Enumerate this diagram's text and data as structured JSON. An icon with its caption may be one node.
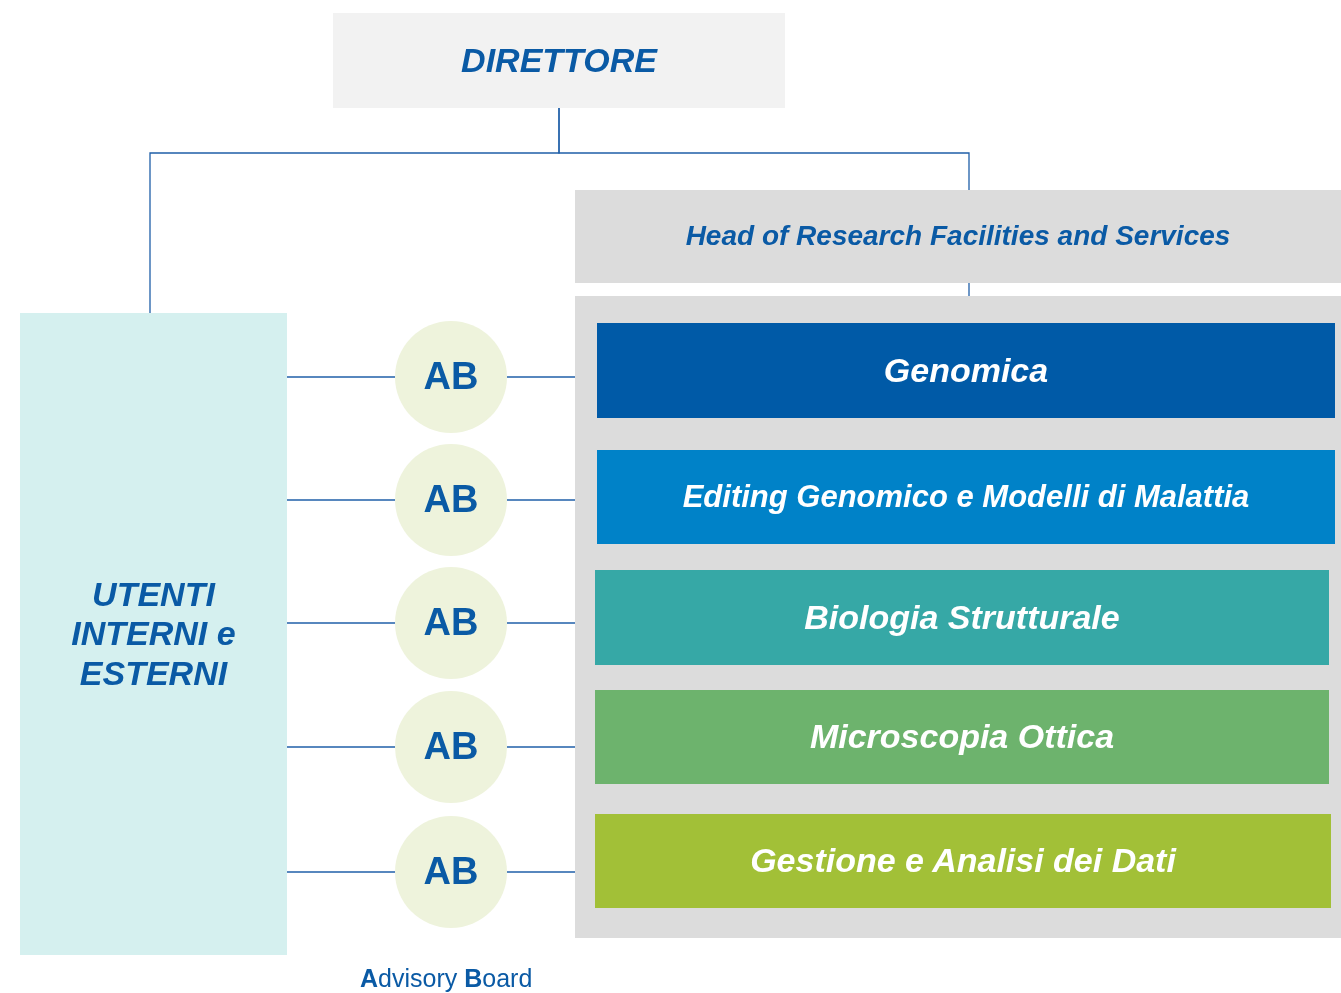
{
  "diagram": {
    "nodes": [
      {
        "text": [
          "DIRETTORE"
        ]
      },
      {
        "text": [
          "Head of Research Facilities and Services"
        ]
      },
      {
        "text": [],
        "shape": "box"
      },
      {
        "text": [
          "Genomica"
        ],
        "in": 2
      },
      {
        "text": [
          "Editing Genomico e Modelli di Malattia"
        ],
        "in": 2
      },
      {
        "text": [
          "Biologia Strutturale"
        ],
        "in": 2
      },
      {
        "text": [
          "Microscopia Ottica"
        ],
        "in": 2
      },
      {
        "text": [
          "Gestione e Analisi dei Dati"
        ],
        "in": 2
      },
      {
        "text": [
          "UTENTI INTERNI e ESTERNI"
        ]
      },
      {
        "text": [
          "AB"
        ]
      },
      {
        "text": [
          "AB"
        ]
      },
      {
        "text": [
          "AB"
        ]
      },
      {
        "text": [
          "AB"
        ]
      },
      {
        "text": [
          "AB"
        ]
      }
    ],
    "edges": [
      {
        "from": 0,
        "to": 8,
        "arrow": "none"
      },
      {
        "from": 0,
        "to": 1,
        "arrow": "none"
      },
      {
        "from": 1,
        "to": 2,
        "arrow": "none"
      },
      {
        "from": 8,
        "to": 9,
        "arrow": "none"
      },
      {
        "from": 8,
        "to": 10,
        "arrow": "none"
      },
      {
        "from": 8,
        "to": 11,
        "arrow": "none"
      },
      {
        "from": 8,
        "to": 12,
        "arrow": "none"
      },
      {
        "from": 8,
        "to": 13,
        "arrow": "none"
      },
      {
        "from": 9,
        "to": 3,
        "arrow": "none"
      },
      {
        "from": 10,
        "to": 4,
        "arrow": "none"
      },
      {
        "from": 11,
        "to": 5,
        "arrow": "none"
      },
      {
        "from": 12,
        "to": 6,
        "arrow": "none"
      },
      {
        "from": 13,
        "to": 7,
        "arrow": "none"
      }
    ],
    "labels": [
      "**A**dvisory **B**oard"
    ]
  }
}
